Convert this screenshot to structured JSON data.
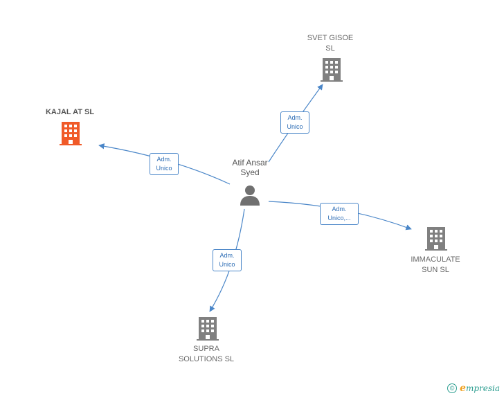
{
  "center": {
    "name_line1": "Atif Ansar",
    "name_line2": "Syed"
  },
  "companies": [
    {
      "id": "kajal",
      "line1": "KAJAL AT  SL",
      "line2": "",
      "highlight": true
    },
    {
      "id": "svet",
      "line1": "SVET GISOE",
      "line2": "SL",
      "highlight": false
    },
    {
      "id": "immaculate",
      "line1": "IMMACULATE",
      "line2": "SUN  SL",
      "highlight": false
    },
    {
      "id": "supra",
      "line1": "SUPRA",
      "line2": "SOLUTIONS  SL",
      "highlight": false
    }
  ],
  "edges": [
    {
      "to": "kajal",
      "line1": "Adm.",
      "line2": "Unico"
    },
    {
      "to": "svet",
      "line1": "Adm.",
      "line2": "Unico"
    },
    {
      "to": "immaculate",
      "line1": "Adm.",
      "line2": "Unico,..."
    },
    {
      "to": "supra",
      "line1": "Adm.",
      "line2": "Unico"
    }
  ],
  "footer": {
    "copyright": "©",
    "brand_initial": "e",
    "brand_rest": "mpresia"
  },
  "colors": {
    "highlight_building": "#f05a28",
    "building": "#808080",
    "edge": "#4a86c8",
    "edge_text": "#2d6db5"
  }
}
